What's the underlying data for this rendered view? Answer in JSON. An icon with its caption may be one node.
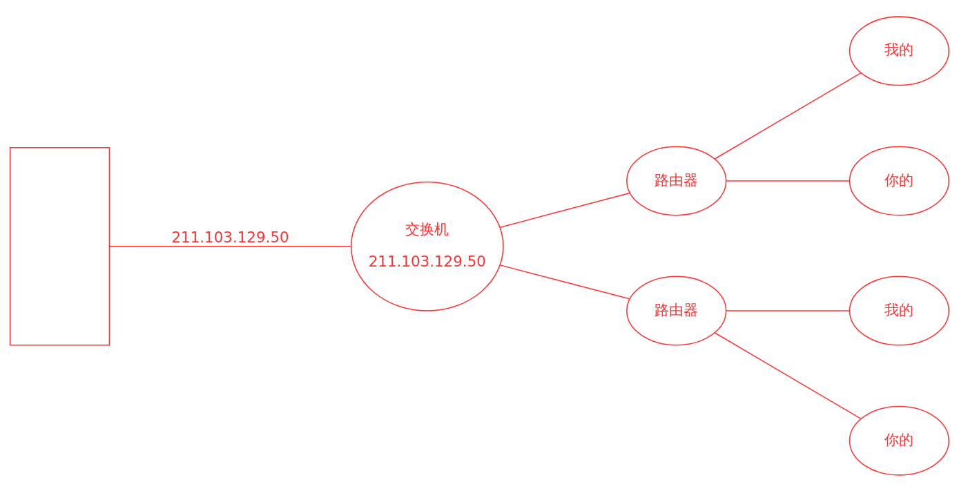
{
  "diagram": {
    "nodes": [
      {
        "text": [],
        "shape": "box"
      },
      {
        "text": [
          "交换机",
          "211.103.129.50"
        ]
      },
      {
        "text": [
          "路由器"
        ]
      },
      {
        "text": [
          "我的"
        ]
      },
      {
        "text": [
          "你的"
        ]
      },
      {
        "text": [
          "路由器"
        ]
      },
      {
        "text": [
          "我的"
        ]
      },
      {
        "text": [
          "你的"
        ]
      }
    ],
    "edges": [
      {
        "from": 0,
        "to": 1,
        "arrow": "none",
        "label": "211.103.129.50"
      },
      {
        "from": 1,
        "to": 2,
        "arrow": "none"
      },
      {
        "from": 1,
        "to": 5,
        "arrow": "none"
      },
      {
        "from": 2,
        "to": 3,
        "arrow": "none"
      },
      {
        "from": 2,
        "to": 4,
        "arrow": "none"
      },
      {
        "from": 5,
        "to": 6,
        "arrow": "none"
      },
      {
        "from": 5,
        "to": 7,
        "arrow": "none"
      }
    ]
  }
}
